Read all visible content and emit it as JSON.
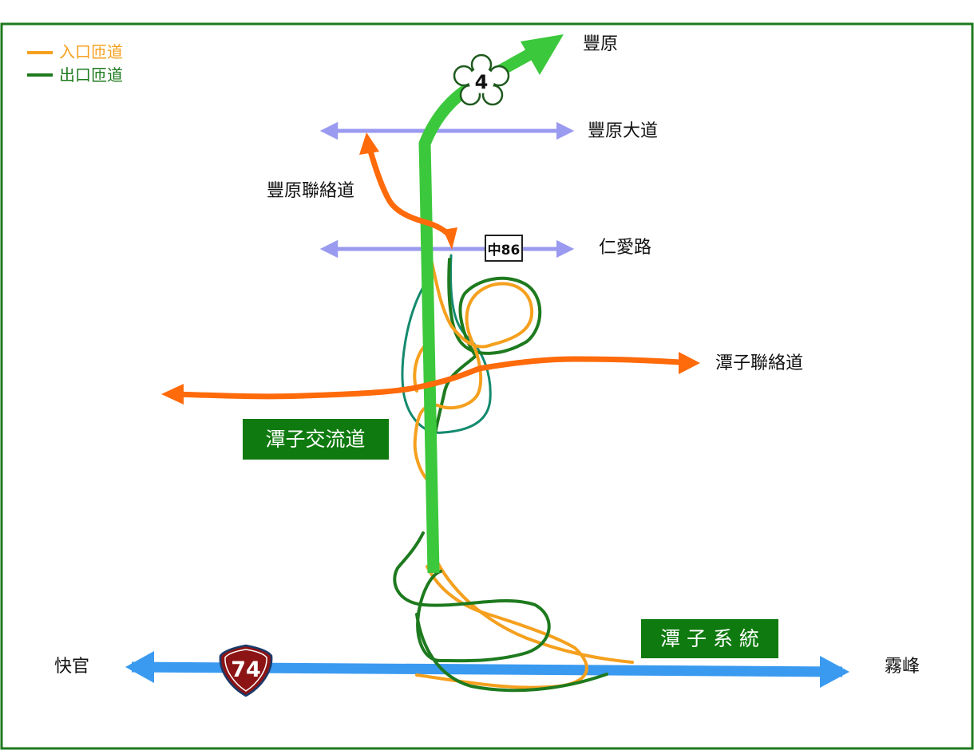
{
  "legend": {
    "entry_ramp": "入口匝道",
    "exit_ramp": "出口匝道"
  },
  "routes": {
    "freeway_4_shield": "4",
    "expressway_74_shield": "74",
    "county_road_shield": "中86"
  },
  "places": {
    "fengyuan": "豐原",
    "fengyuan_avenue": "豐原大道",
    "fengyuan_connector": "豐原聯絡道",
    "renai_road": "仁愛路",
    "tanzi_connector": "潭子聯絡道",
    "kuaiguan": "快官",
    "wufeng": "霧峰"
  },
  "interchanges": {
    "tanzi_interchange": "潭子交流道",
    "tanzi_system": "潭 子 系 統"
  },
  "colors": {
    "frame": "#1e7a1e",
    "entry_ramp": "#f5a01e",
    "exit_ramp": "#1e7a1e",
    "freeway_4": "#3cc83c",
    "expressway_74": "#3a9af0",
    "local_road": "#9a9af0",
    "connector_road": "#ff6a0a",
    "loop_teal": "#138a6e",
    "label_box": "#0f7a0f",
    "shield_74": "#8c1414"
  },
  "icons": {
    "freeway_shield": "plum-blossom-shield-icon",
    "expressway_shield": "provincial-shield-icon",
    "county_shield": "county-road-sign-icon"
  }
}
